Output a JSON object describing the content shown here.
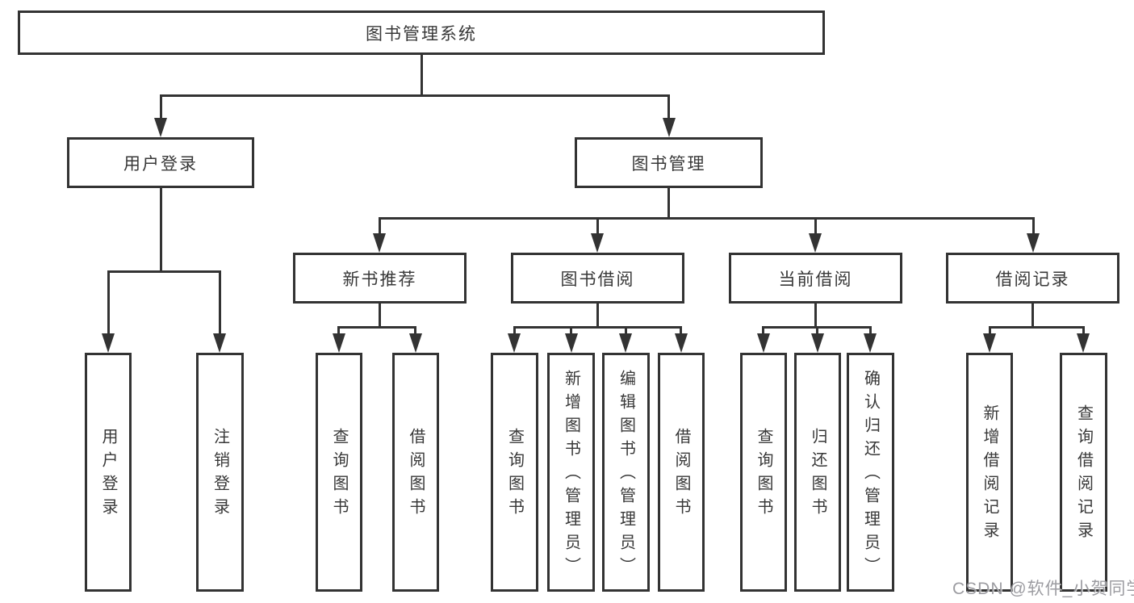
{
  "diagram": {
    "title": "图书管理系统",
    "branches": [
      {
        "label": "用户登录",
        "children": [
          "用户登录",
          "注销登录"
        ]
      },
      {
        "label": "图书管理",
        "sections": [
          {
            "label": "新书推荐",
            "children": [
              "查询图书",
              "借阅图书"
            ]
          },
          {
            "label": "图书借阅",
            "children": [
              "查询图书",
              "新增图书（管理员）",
              "编辑图书（管理员）",
              "借阅图书"
            ]
          },
          {
            "label": "当前借阅",
            "children": [
              "查询图书",
              "归还图书",
              "确认归还（管理员）"
            ]
          },
          {
            "label": "借阅记录",
            "children": [
              "新增借阅记录",
              "查询借阅记录"
            ]
          }
        ]
      }
    ]
  },
  "watermark": {
    "text": "CSDN @软件_小贺同学"
  },
  "colors": {
    "line": "#333333",
    "text": "#383838",
    "box_fill": "#ffffff",
    "background": "#ffffff",
    "watermark": "#96969b"
  }
}
